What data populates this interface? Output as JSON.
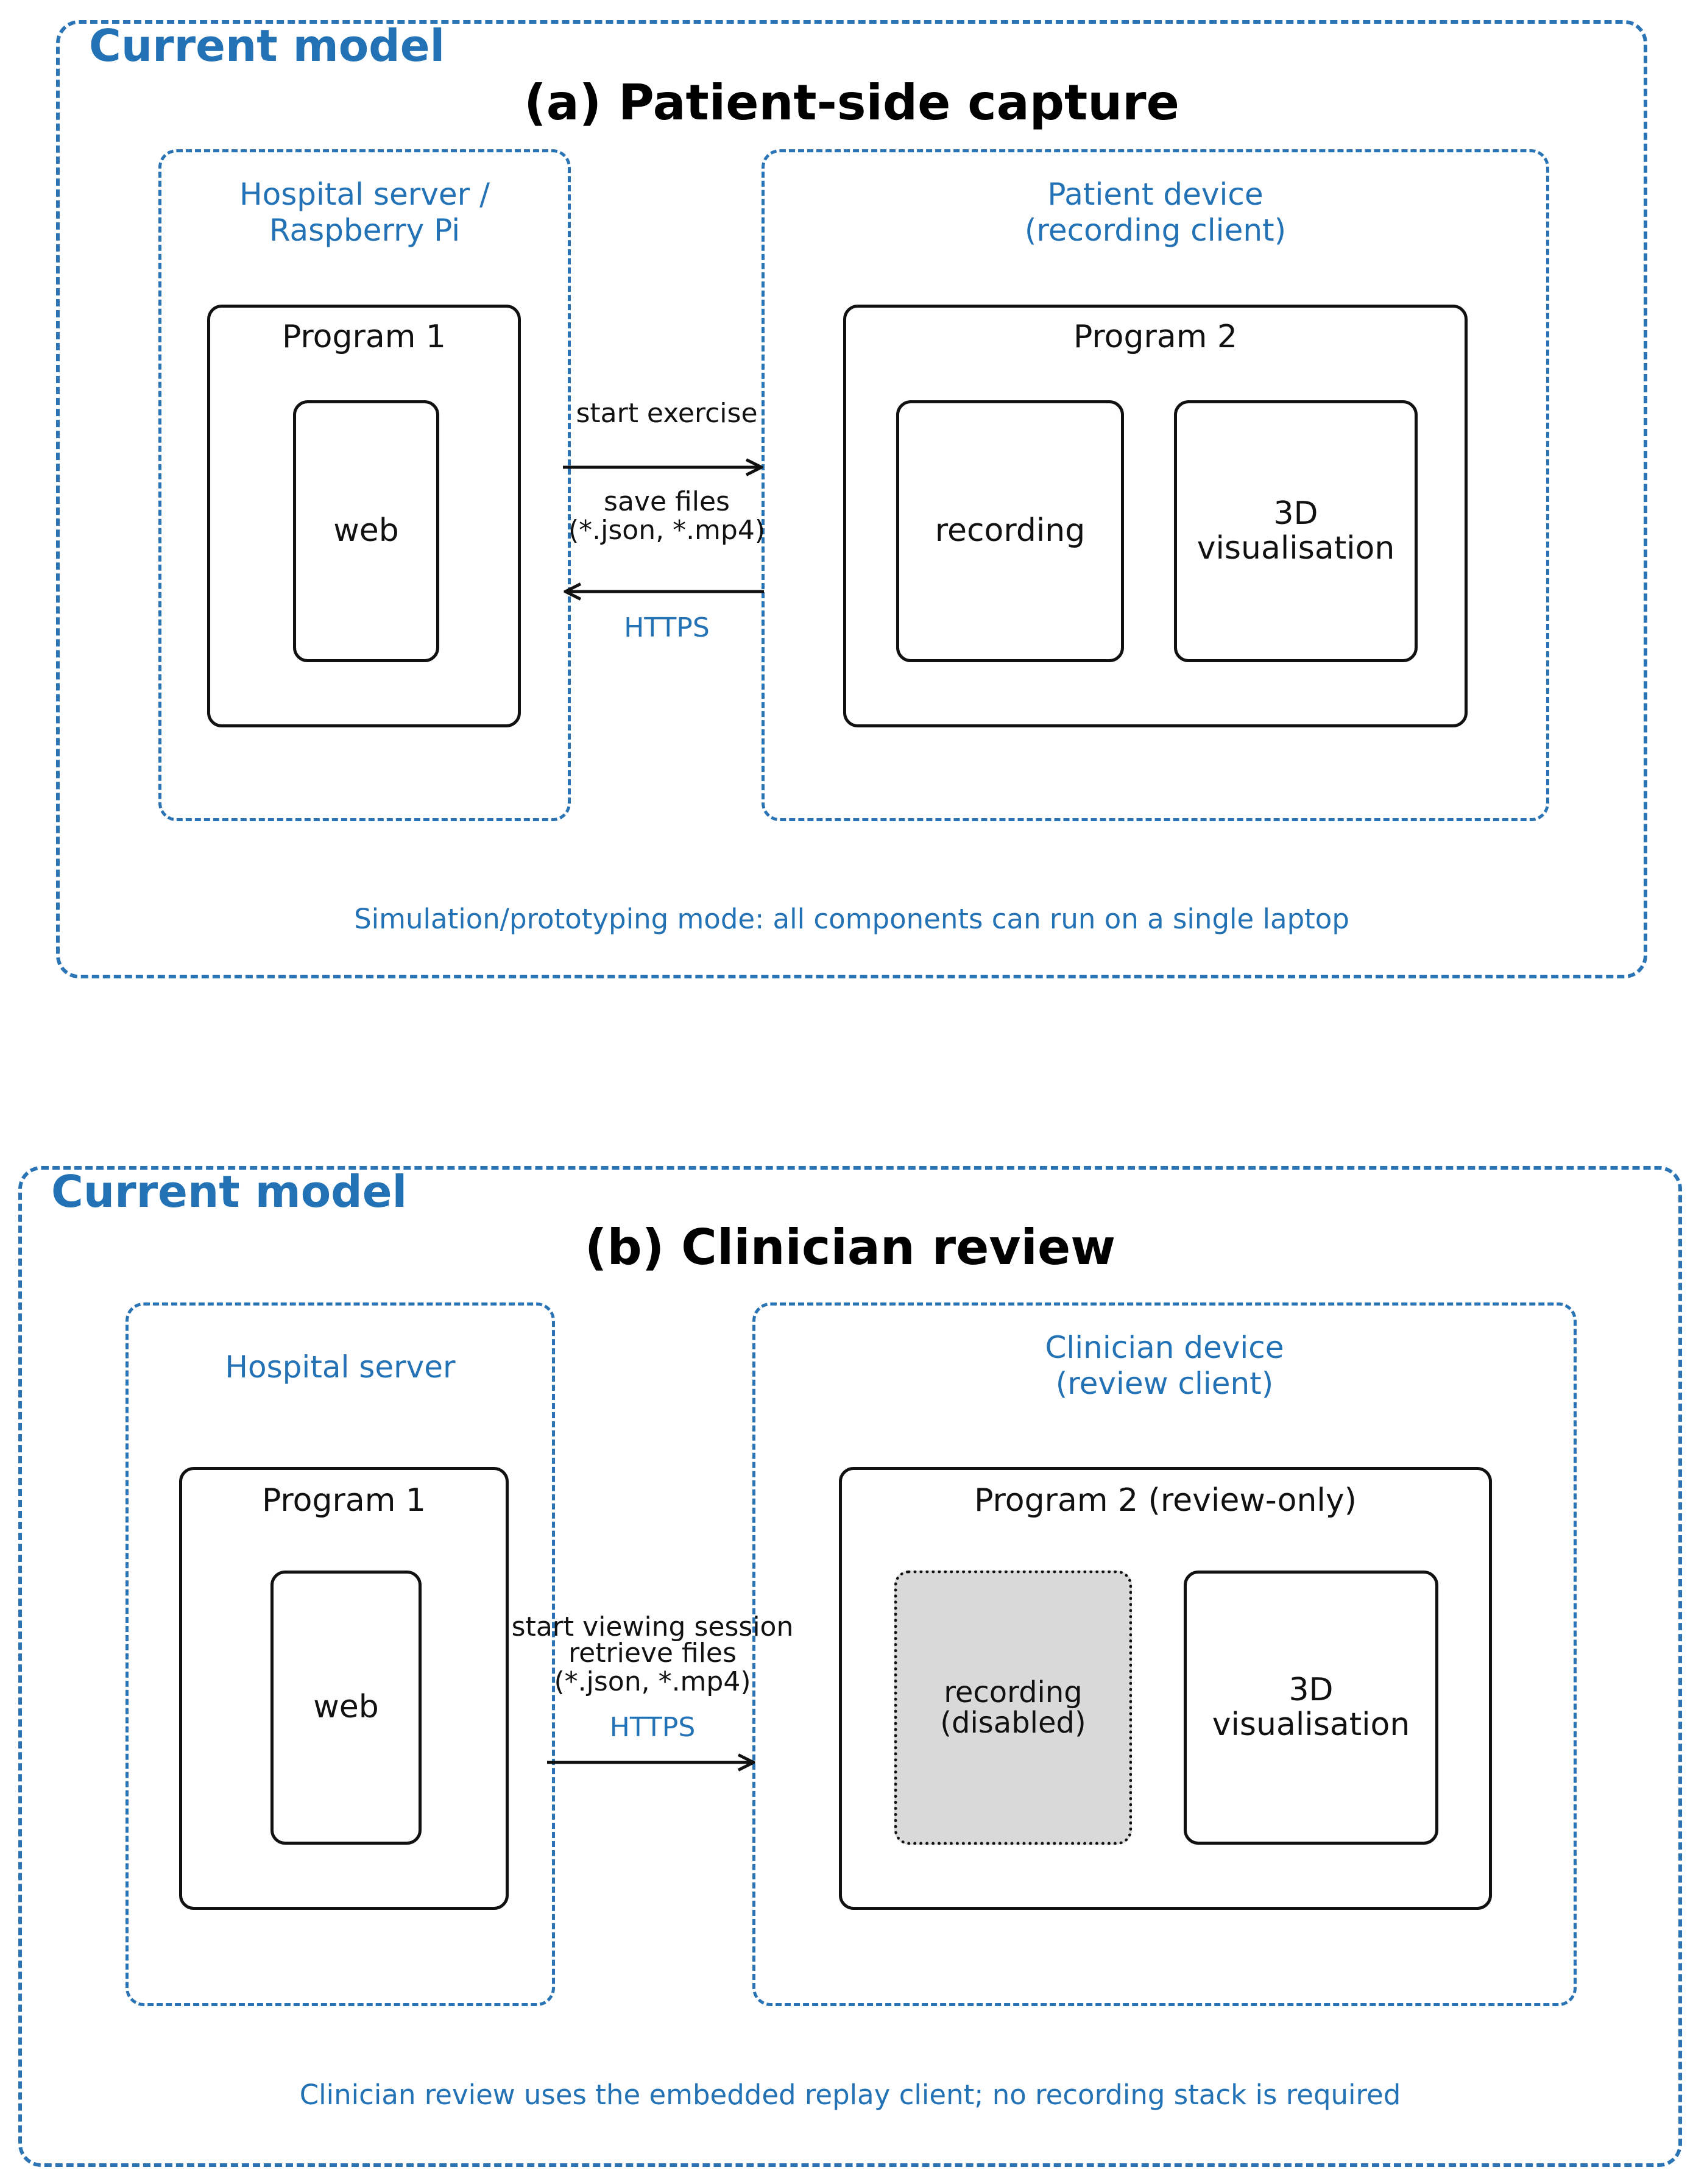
{
  "panel_a": {
    "panel_label": "Current model",
    "title": "(a) Patient-side capture",
    "server": {
      "title": "Hospital server /\nRaspberry Pi",
      "program": "Program 1",
      "component": "web"
    },
    "client": {
      "title": "Patient device\n(recording client)",
      "program": "Program 2",
      "components": [
        "recording",
        "3D\nvisualisation"
      ]
    },
    "arrows": {
      "forward_label": "start exercise",
      "backward_label": "save files\n(*.json, *.mp4)",
      "protocol": "HTTPS"
    },
    "footer": "Simulation/prototyping mode: all components can run on a single laptop"
  },
  "panel_b": {
    "panel_label": "Current model",
    "title": "(b) Clinician review",
    "server": {
      "title": "Hospital server",
      "program": "Program 1",
      "component": "web"
    },
    "client": {
      "title": "Clinician device\n(review client)",
      "program": "Program 2 (review-only)",
      "components": [
        "recording\n(disabled)",
        "3D\nvisualisation"
      ]
    },
    "arrows": {
      "forward_label_1": "start viewing session",
      "forward_label_2": "retrieve files\n(*.json, *.mp4)",
      "protocol": "HTTPS"
    },
    "footer": "Clinician review uses the embedded replay client; no recording stack is required"
  }
}
